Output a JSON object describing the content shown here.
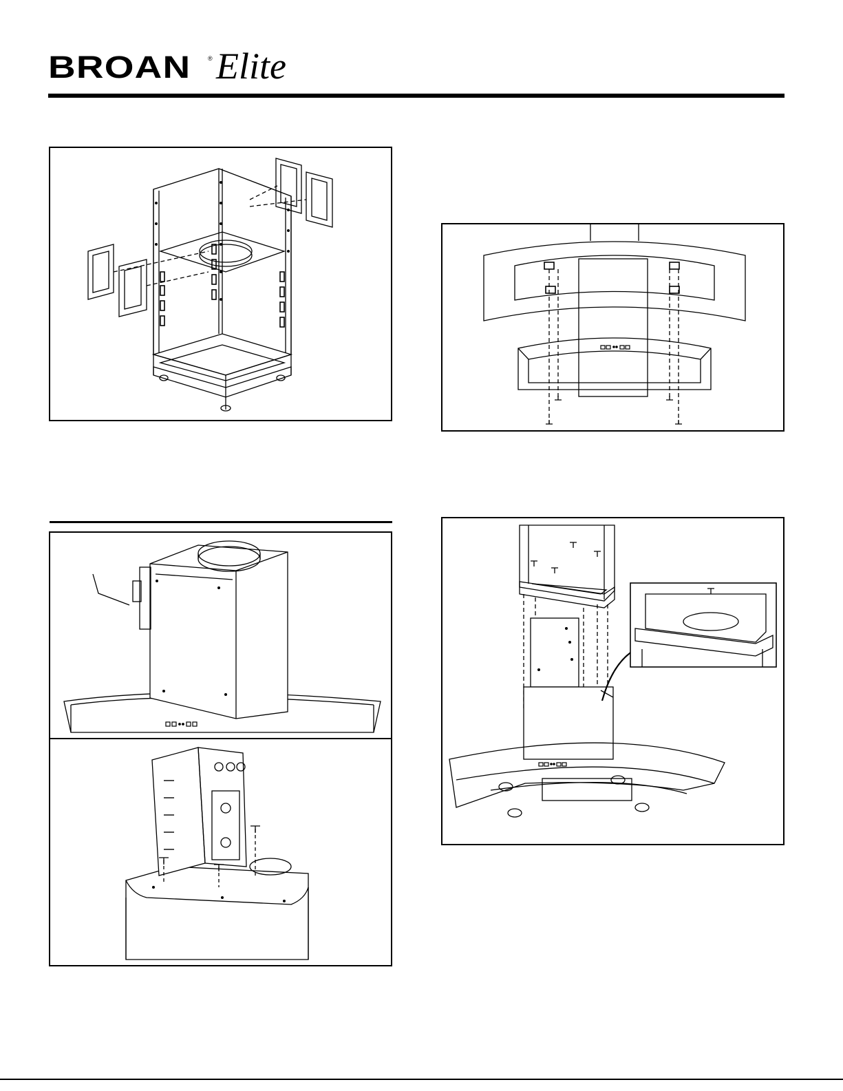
{
  "header": {
    "brand": "BROAN",
    "registered_mark": "®",
    "sub_brand": "Elite"
  },
  "figures": [
    {
      "id": "chimney-support-frame-figure"
    },
    {
      "id": "hood-canopy-mounting-figure"
    },
    {
      "id": "wiring-box-location-figure"
    },
    {
      "id": "wiring-box-install-figure"
    },
    {
      "id": "chimney-attach-figure"
    }
  ]
}
